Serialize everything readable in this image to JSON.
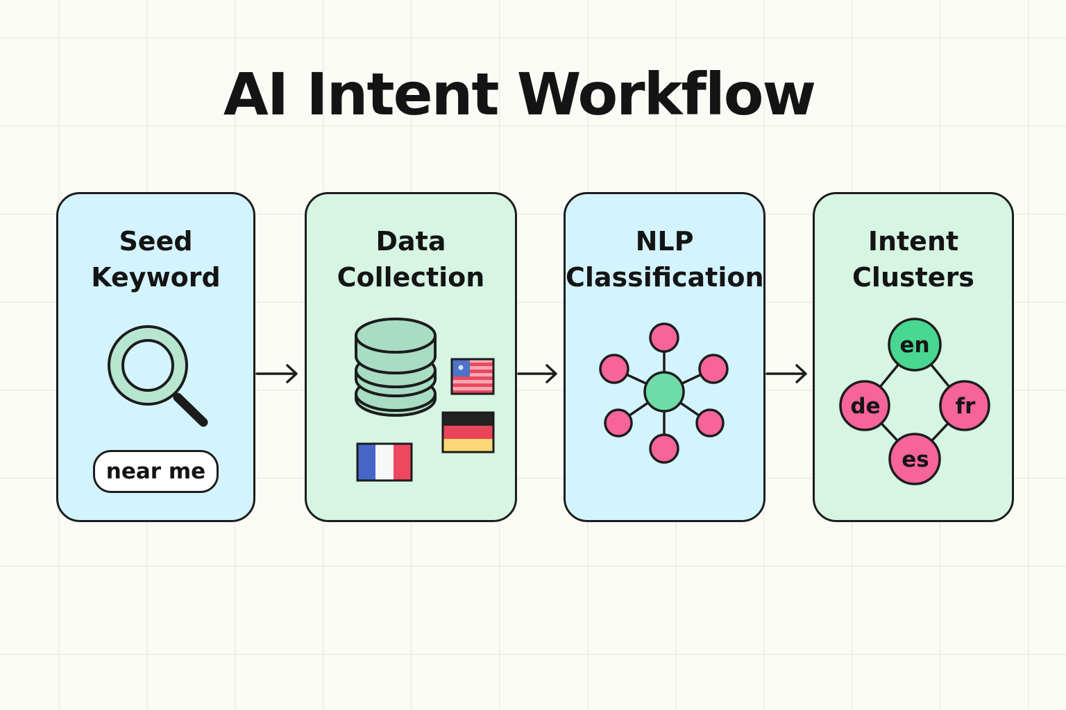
{
  "title": "AI Intent Workflow",
  "steps": [
    {
      "line1": "Seed",
      "line2": "Keyword",
      "color": "#d3f4fe"
    },
    {
      "line1": "Data",
      "line2": "Collection",
      "color": "#d6f5e3"
    },
    {
      "line1": "NLP",
      "line2": "Classification",
      "color": "#d3f4fe"
    },
    {
      "line1": "Intent",
      "line2": "Clusters",
      "color": "#d6f5e3"
    }
  ],
  "seed_keyword": "near me",
  "languages": {
    "en": "en",
    "de": "de",
    "fr": "fr",
    "es": "es"
  },
  "icons": {
    "seed": "magnifying-glass-icon",
    "data": [
      "database-icon",
      "us-flag-icon",
      "germany-flag-icon",
      "france-flag-icon"
    ],
    "nlp": "network-graph-icon",
    "clusters": "language-cluster-diagram"
  },
  "colors": {
    "blue_card": "#d3f4fe",
    "green_card": "#d6f5e3",
    "node_pink": "#f7649a",
    "node_green": "#6fdba6",
    "outline": "#1c1c1c"
  }
}
